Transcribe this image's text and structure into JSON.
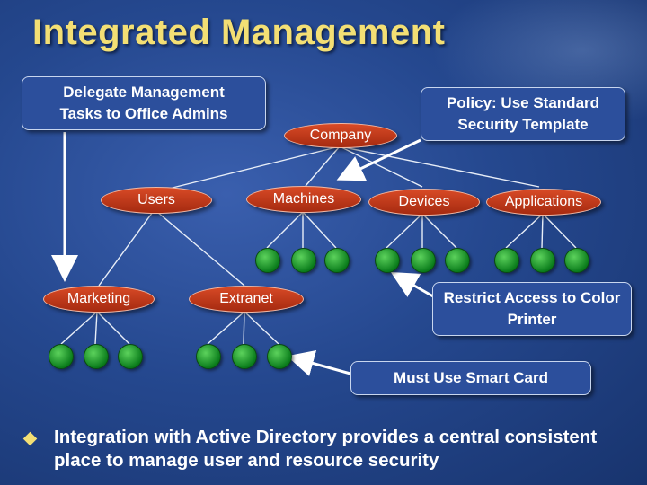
{
  "title": "Integrated Management",
  "root": {
    "label": "Company"
  },
  "groups": {
    "users": "Users",
    "machines": "Machines",
    "devices": "Devices",
    "applications": "Applications",
    "marketing": "Marketing",
    "extranet": "Extranet"
  },
  "callouts": {
    "delegate": "Delegate Management Tasks to Office Admins",
    "policy": "Policy: Use Standard Security Template",
    "restrict": "Restrict Access to Color Printer",
    "smartcard": "Must Use Smart Card"
  },
  "bullet_text": "Integration with Active Directory provides a central consistent place to manage user and resource security",
  "colors": {
    "background": "#25488f",
    "title": "#f3df74",
    "pill": "#c0391b",
    "node": "#1a9a2a",
    "callout_border": "#c8d6ef"
  }
}
